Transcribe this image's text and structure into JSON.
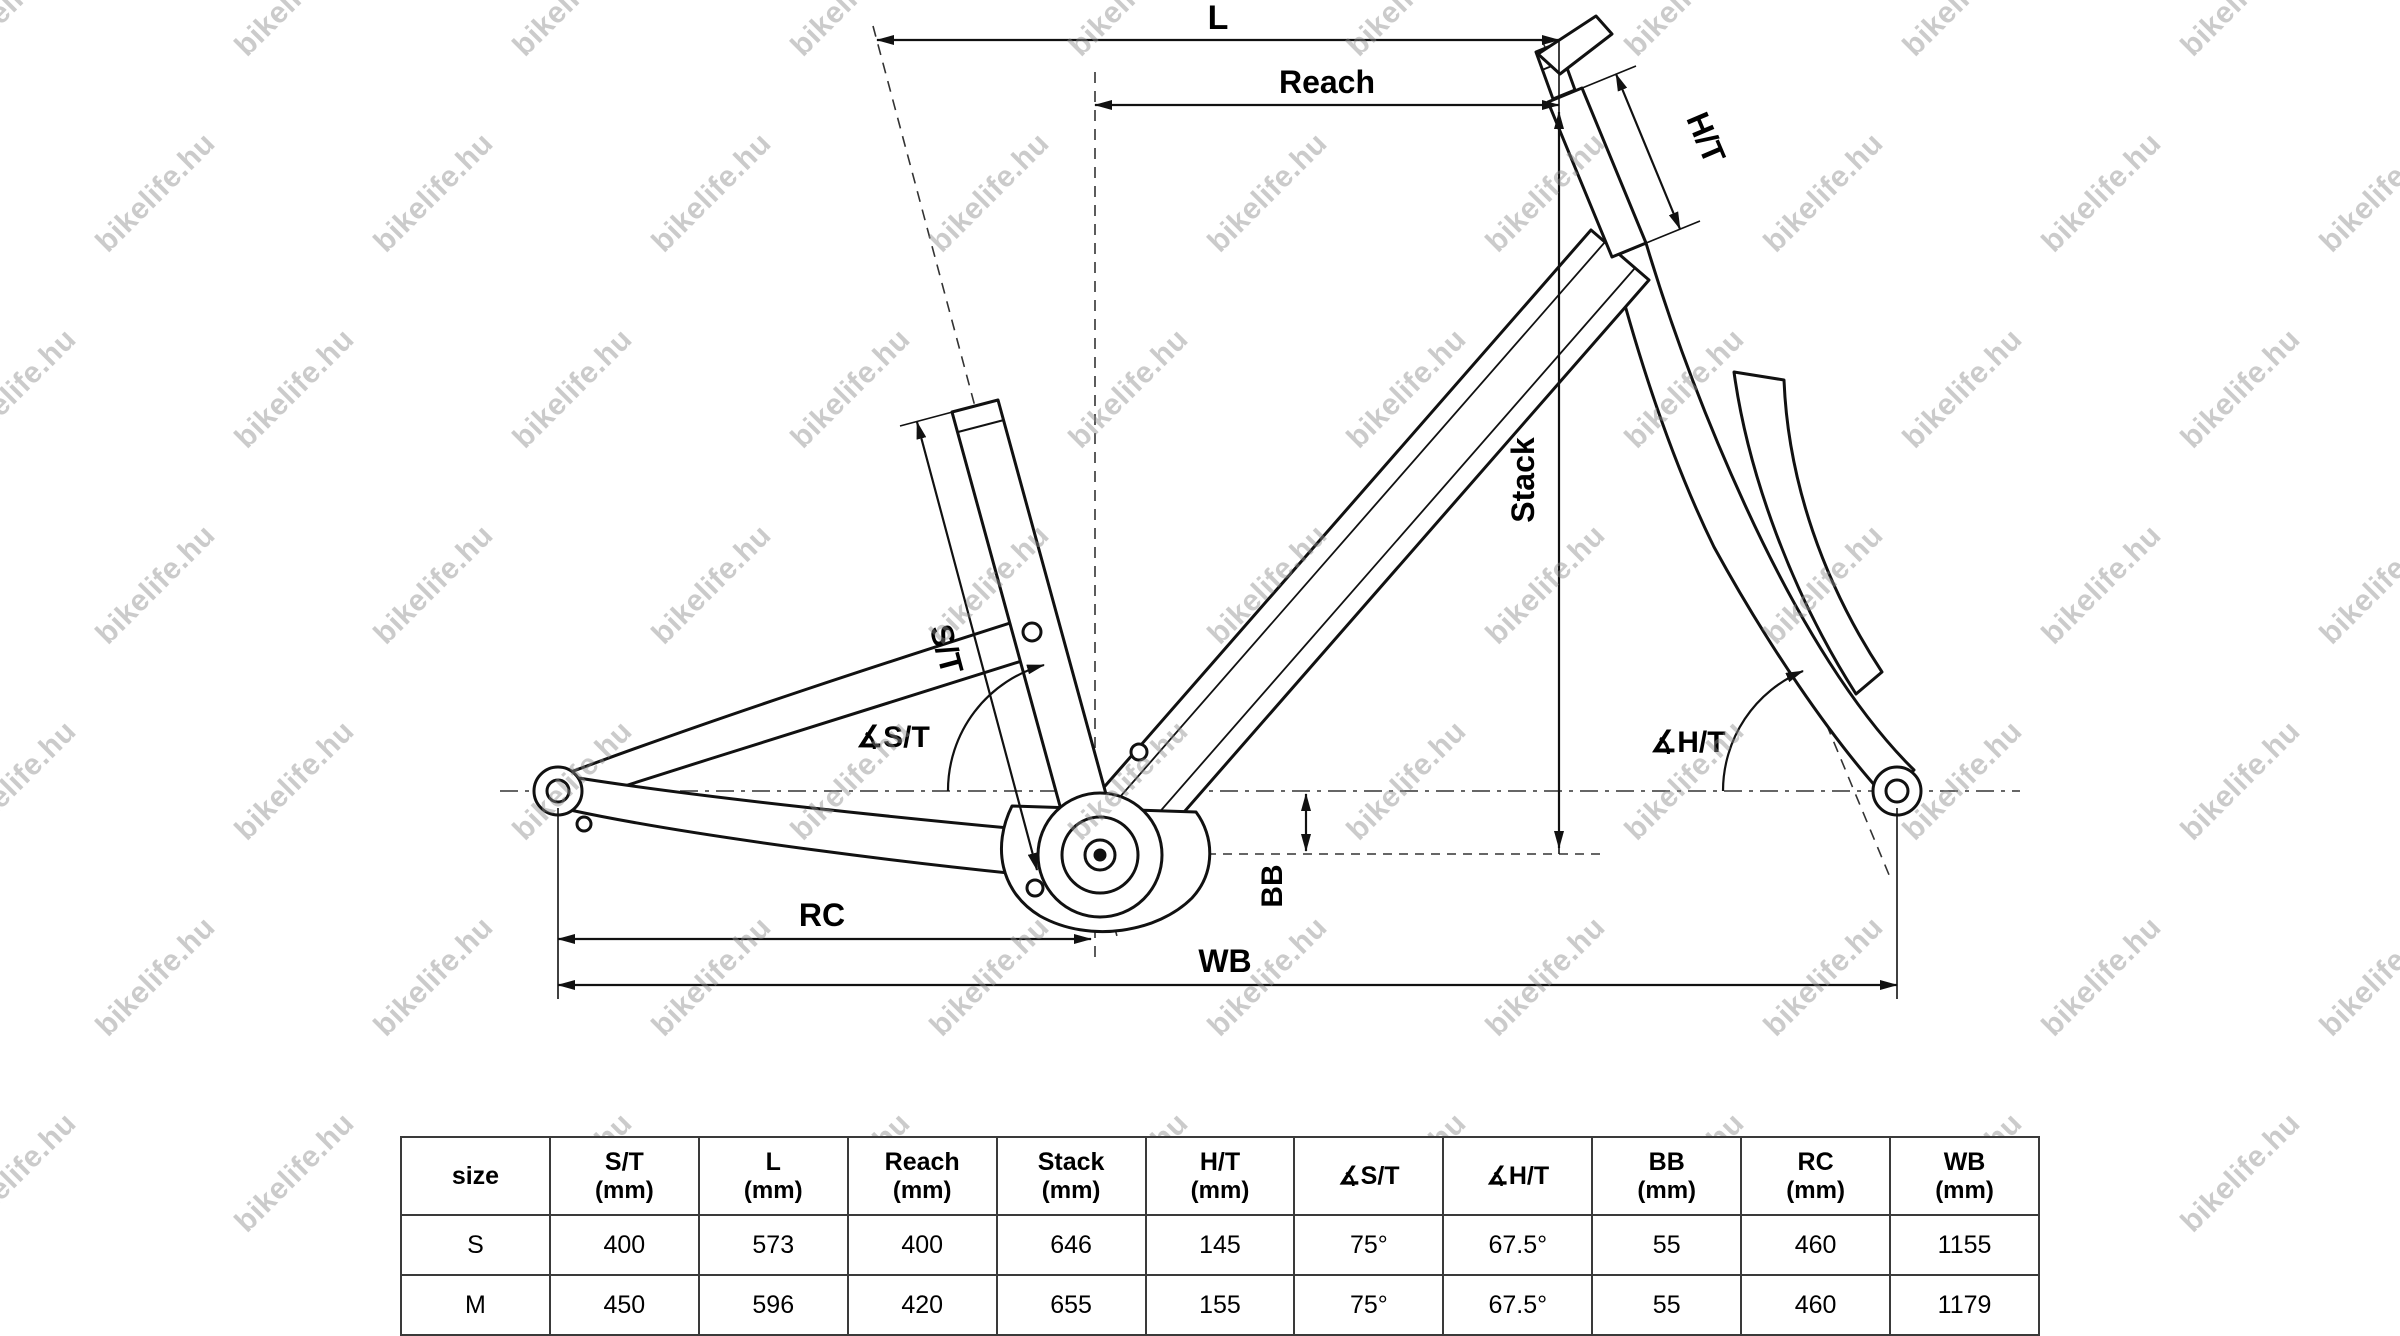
{
  "watermark": {
    "text": "bikelife.hu"
  },
  "colors": {
    "line": "#111111",
    "construction": "#333333",
    "watermark": "#8c8c8c",
    "table_border": "#3a3a3a"
  },
  "diagram": {
    "labels": {
      "l": "L",
      "reach": "Reach",
      "ht": "H/T",
      "stack": "Stack",
      "st": "S/T",
      "angle_st": "∡S/T",
      "angle_ht": "∡H/T",
      "bb": "BB",
      "rc": "RC",
      "wb": "WB"
    }
  },
  "table": {
    "columns": [
      {
        "label": "size",
        "unit": ""
      },
      {
        "label": "S/T",
        "unit": "(mm)"
      },
      {
        "label": "L",
        "unit": "(mm)"
      },
      {
        "label": "Reach",
        "unit": "(mm)"
      },
      {
        "label": "Stack",
        "unit": "(mm)"
      },
      {
        "label": "H/T",
        "unit": "(mm)"
      },
      {
        "label": "∡S/T",
        "unit": ""
      },
      {
        "label": "∡H/T",
        "unit": ""
      },
      {
        "label": "BB",
        "unit": "(mm)"
      },
      {
        "label": "RC",
        "unit": "(mm)"
      },
      {
        "label": "WB",
        "unit": "(mm)"
      }
    ],
    "rows": [
      {
        "cells": [
          "S",
          "400",
          "573",
          "400",
          "646",
          "145",
          "75°",
          "67.5°",
          "55",
          "460",
          "1155"
        ]
      },
      {
        "cells": [
          "M",
          "450",
          "596",
          "420",
          "655",
          "155",
          "75°",
          "67.5°",
          "55",
          "460",
          "1179"
        ]
      }
    ]
  }
}
